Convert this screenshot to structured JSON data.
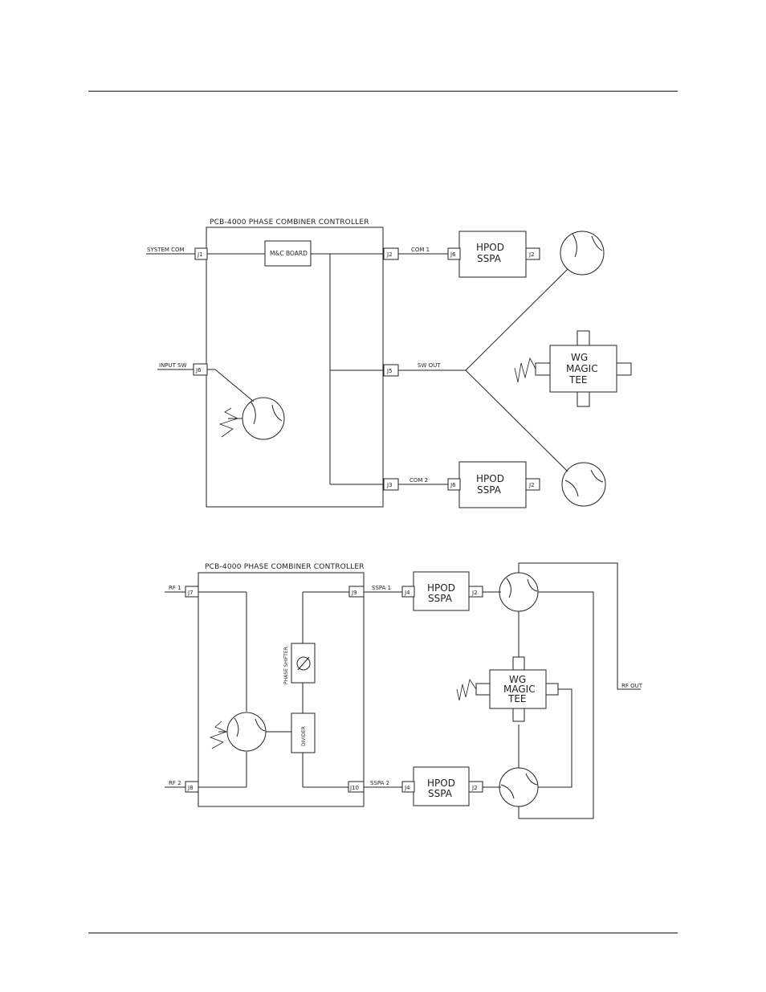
{
  "diagram1": {
    "title": "PCB-4000 PHASE COMBINER CONTROLLER",
    "board_label": "M&C BOARD",
    "ports": {
      "j1": "J1",
      "j6": "J6",
      "j2": "J2",
      "j5": "J5",
      "j3": "J3"
    },
    "signals": {
      "system_com": "SYSTEM COM",
      "input_sw": "INPUT SW",
      "com1": "COM 1",
      "sw_out": "SW OUT",
      "com2": "COM 2"
    },
    "sspa_top": {
      "line1": "HPOD",
      "line2": "SSPA",
      "left_port": "J6",
      "right_port": "J2"
    },
    "sspa_bottom": {
      "line1": "HPOD",
      "line2": "SSPA",
      "left_port": "J6",
      "right_port": "J2"
    },
    "magic_tee": {
      "line1": "WG",
      "line2": "MAGIC",
      "line3": "TEE"
    }
  },
  "diagram2": {
    "title": "PCB-4000 PHASE COMBINER CONTROLLER",
    "ports": {
      "j7": "J7",
      "j8": "J8",
      "j9": "J9",
      "j10": "J10"
    },
    "signals": {
      "rf1": "RF 1",
      "rf2": "RF 2",
      "sspa1": "SSPA 1",
      "sspa2": "SSPA 2",
      "rf_out": "RF OUT"
    },
    "phase_shifter": "PHASE SHIFTER",
    "divider": "DIVIDER",
    "sspa_top": {
      "line1": "HPOD",
      "line2": "SSPA",
      "left_port": "J4",
      "right_port": "J2"
    },
    "sspa_bottom": {
      "line1": "HPOD",
      "line2": "SSPA",
      "left_port": "J4",
      "right_port": "J2"
    },
    "magic_tee": {
      "line1": "WG",
      "line2": "MAGIC",
      "line3": "TEE"
    }
  }
}
